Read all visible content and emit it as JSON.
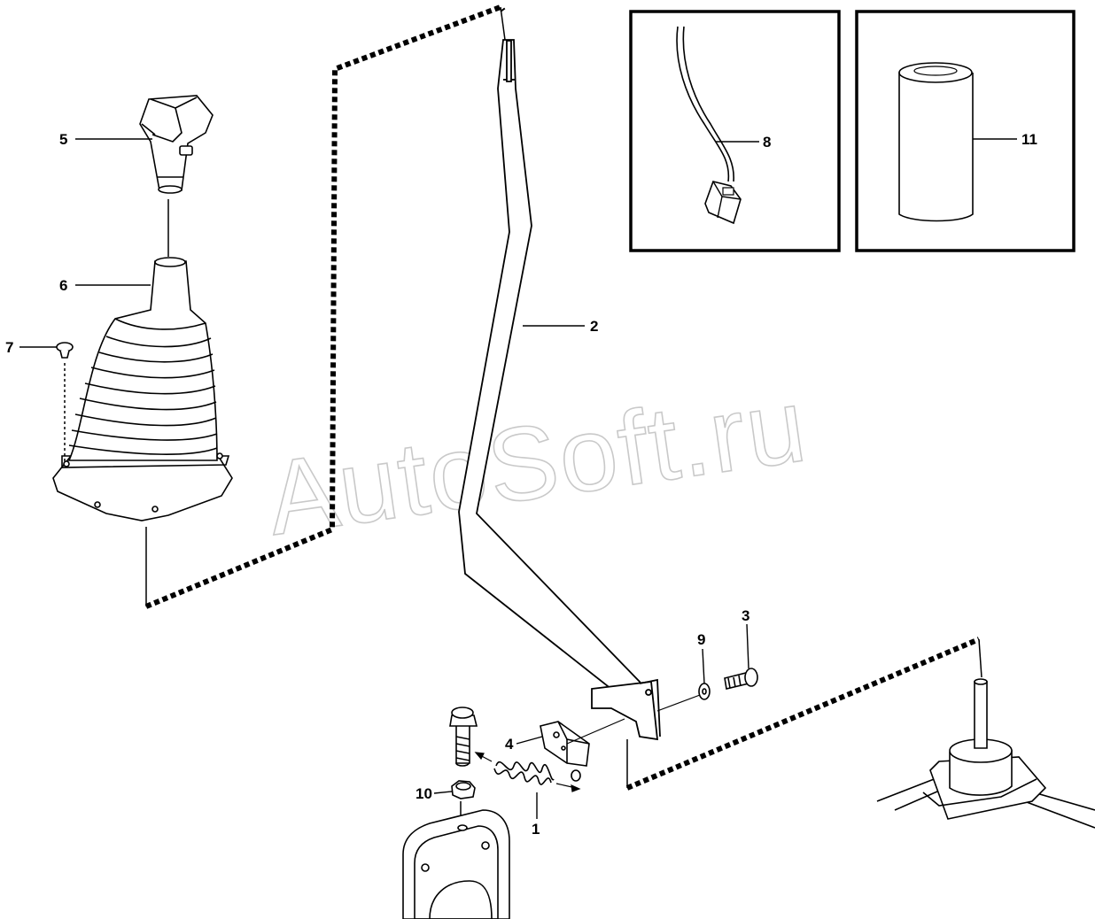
{
  "watermark": "AutoSoft.ru",
  "callouts": {
    "c1": "1",
    "c2": "2",
    "c3": "3",
    "c4": "4",
    "c5": "5",
    "c6": "6",
    "c7": "7",
    "c8": "8",
    "c9": "9",
    "c10": "10",
    "c11": "11"
  }
}
